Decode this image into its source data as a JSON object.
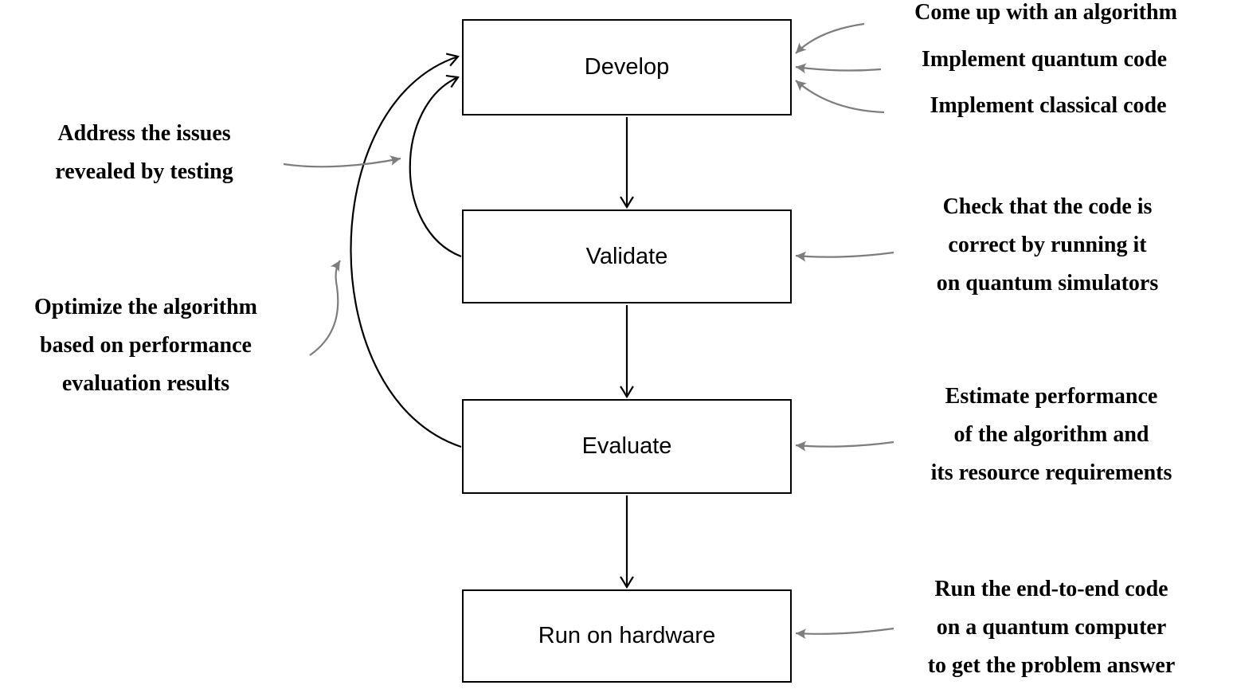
{
  "flowchart": {
    "nodes": [
      {
        "label": "Develop"
      },
      {
        "label": "Validate"
      },
      {
        "label": "Evaluate"
      },
      {
        "label": "Run on hardware"
      }
    ]
  },
  "annotations": {
    "come_up": {
      "text": "Come up with an algorithm"
    },
    "impl_quantum": {
      "text": "Implement quantum code"
    },
    "impl_classical": {
      "text": "Implement classical code"
    },
    "check": {
      "lines": [
        "Check that the code is",
        "correct by running it",
        "on quantum simulators"
      ]
    },
    "estimate": {
      "lines": [
        "Estimate performance",
        "of the algorithm and",
        "its resource requirements"
      ]
    },
    "run_e2e": {
      "lines": [
        "Run the end-to-end code",
        "on a quantum computer",
        "to get the problem answer"
      ]
    },
    "address": {
      "lines": [
        "Address the issues",
        "revealed by testing"
      ]
    },
    "optimize": {
      "lines": [
        "Optimize the algorithm",
        "based on performance",
        "evaluation results"
      ]
    }
  },
  "colors": {
    "flow_line": "#000000",
    "annotation_arrow": "#7d7d7d",
    "text": "#000000",
    "background": "#ffffff"
  }
}
